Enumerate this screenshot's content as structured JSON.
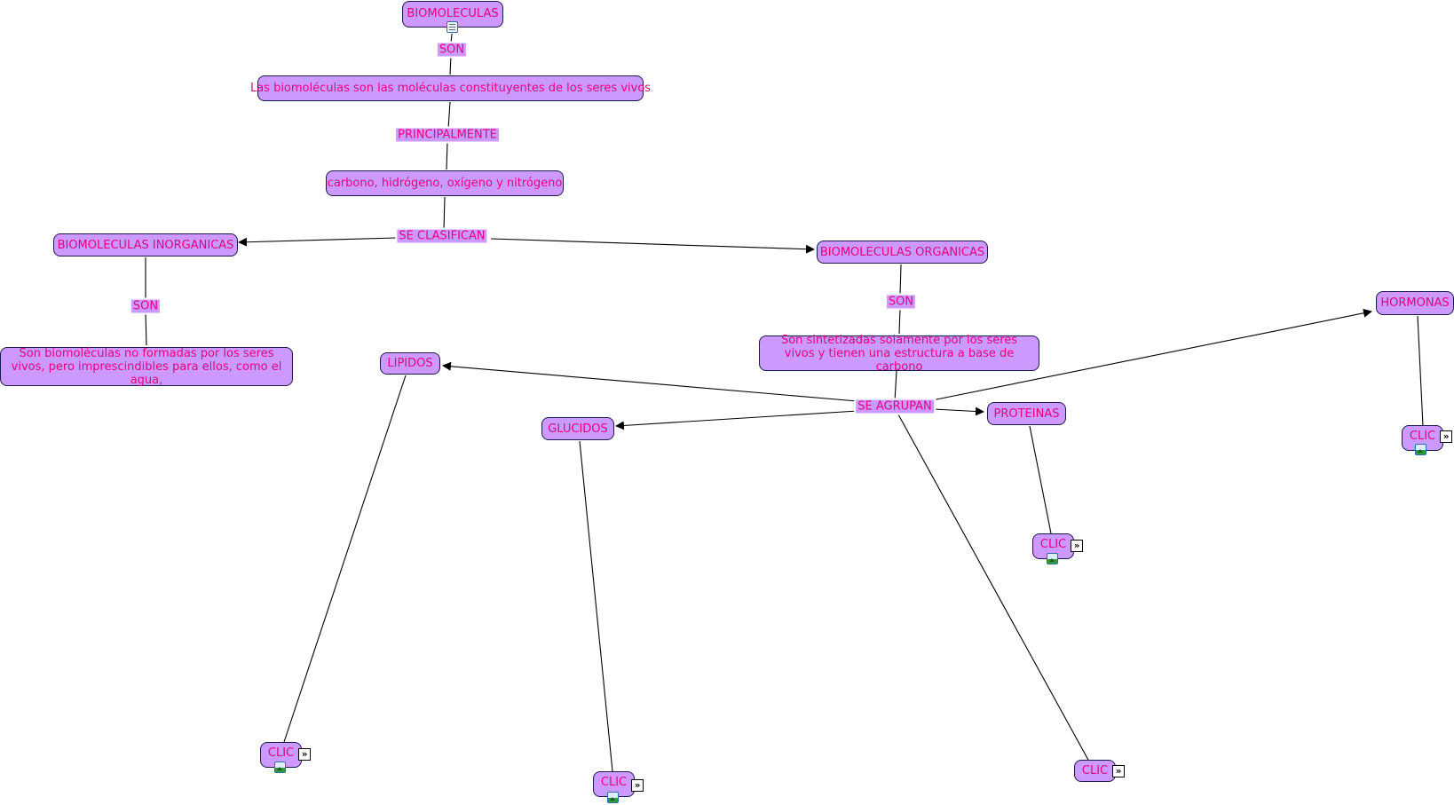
{
  "colors": {
    "node_fill": "#cc99ff",
    "node_text": "#e6007a",
    "node_border": "#1a1a4a",
    "line": "#000000"
  },
  "nodes": {
    "biomoleculas": "BIOMOLECULAS",
    "definicion": "Las biomoléculas son las moléculas constituyentes de los seres vivos",
    "elementos": "carbono, hidrógeno, oxígeno y nitrógeno",
    "inorganicas": "BIOMOLECULAS INORGANICAS",
    "organicas": "BIOMOLECULAS ORGANICAS",
    "inorganicas_desc": "Son biomoléculas no formadas por los seres vivos, pero imprescindibles para ellos, como el agua,",
    "organicas_desc": "Son sintetizadas solamente por los seres vivos y tienen una estructura a base de carbono",
    "lipidos": "LIPIDOS",
    "glucidos": "GLUCIDOS",
    "proteinas": "PROTEINAS",
    "hormonas": "HORMONAS",
    "clic_lipidos": "CLIC",
    "clic_glucidos": "CLIC",
    "clic_agrupan": "CLIC",
    "clic_proteinas": "CLIC",
    "clic_hormonas": "CLIC"
  },
  "labels": {
    "son_1": "SON",
    "principalmente": "PRINCIPALMENTE",
    "se_clasifican": "SE CLASIFICAN",
    "son_inorganicas": "SON",
    "son_organicas": "SON",
    "se_agrupan": "SE AGRUPAN"
  },
  "icons": {
    "resource": "image-resource-icon",
    "document": "document-resource-icon",
    "link": "double-chevron-link-icon"
  }
}
